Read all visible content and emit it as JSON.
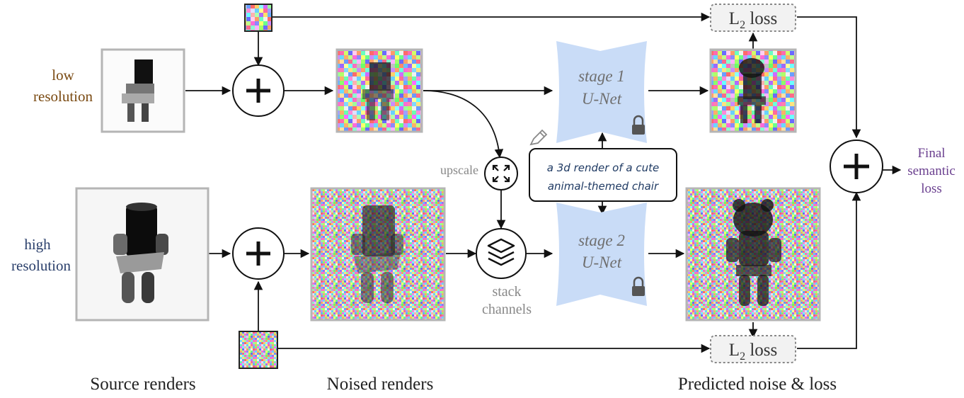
{
  "labels": {
    "low_resolution": [
      "low",
      "resolution"
    ],
    "high_resolution": [
      "high",
      "resolution"
    ],
    "upscale": "upscale",
    "stack_channels": [
      "stack",
      "channels"
    ],
    "final_loss": [
      "Final",
      "semantic",
      "loss"
    ]
  },
  "unets": {
    "stage1": [
      "stage 1",
      "U-Net"
    ],
    "stage2": [
      "stage 2",
      "U-Net"
    ]
  },
  "loss_top": {
    "main": "L",
    "sub": "2",
    "rest": " loss"
  },
  "loss_bottom": {
    "main": "L",
    "sub": "2",
    "rest": " loss"
  },
  "prompt": [
    "a 3d render of a cute",
    "animal-themed chair"
  ],
  "footer": {
    "source": "Source renders",
    "noised": "Noised renders",
    "predicted": "Predicted noise & loss"
  },
  "colors": {
    "low_label": "#7a4a12",
    "high_label": "#2a3f6b",
    "final_label": "#6a3f8f",
    "unet_fill": "#c9dcf7",
    "prompt_text": "#1f3a63"
  },
  "icons": [
    "plus-icon",
    "lock-icon",
    "pencil-icon",
    "expand-icon",
    "layers-icon"
  ]
}
